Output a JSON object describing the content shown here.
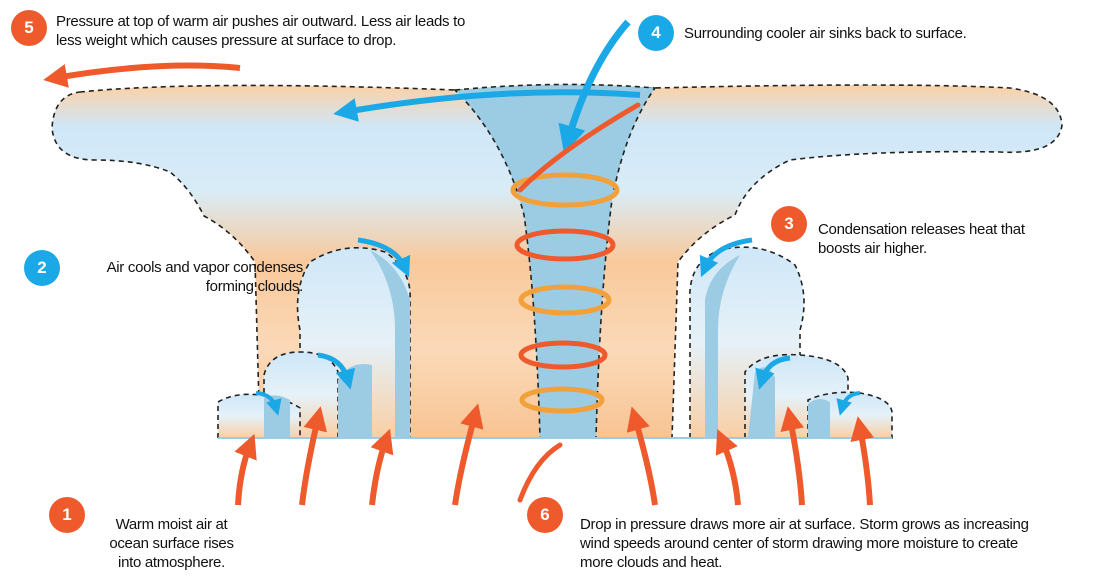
{
  "steps": [
    {
      "number": "1",
      "text": "Warm moist air at\nocean surface rises\ninto atmosphere."
    },
    {
      "number": "2",
      "text": "Air cools and vapor condenses\nforming clouds."
    },
    {
      "number": "3",
      "text": "Condensation releases heat that\nboosts air higher."
    },
    {
      "number": "4",
      "text": "Surrounding cooler air sinks back to surface."
    },
    {
      "number": "5",
      "text": "Pressure at top of warm air pushes air outward. Less air leads to\nless weight which causes pressure at surface to drop."
    },
    {
      "number": "6",
      "text": "Drop in pressure draws more air at surface. Storm grows as increasing\nwind speeds around center of storm drawing more moisture to create\nmore clouds and heat."
    }
  ],
  "colors": {
    "warm_air": "#f9c795",
    "cool_air": "#cfe8f7",
    "sinking_air": "#9ccbe4",
    "orange_arrow": "#ee5a2c",
    "blue_arrow": "#1ba8e6",
    "badge_orange": "#ee5a2c",
    "badge_blue": "#1ba8e6"
  }
}
